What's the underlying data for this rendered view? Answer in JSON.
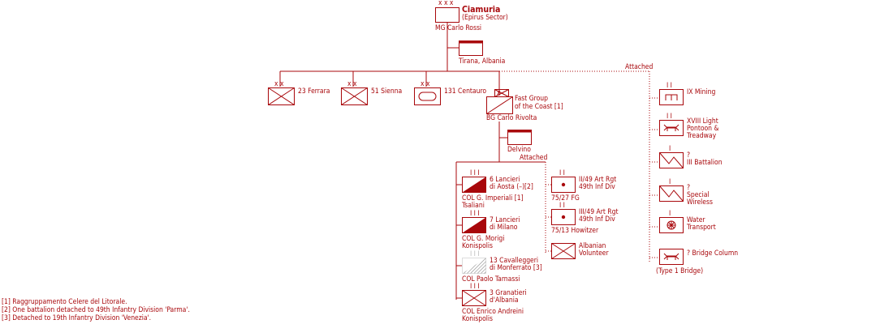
{
  "colors": {
    "ink": "#a8070b",
    "background": "#ffffff"
  },
  "hq": {
    "title": "Ciamuria",
    "subtitle": "(Epirus Sector)",
    "commander": "MG Carlo Rossi",
    "rank_marks": "x x x",
    "hq_unit": "Tirana, Albania"
  },
  "labels": {
    "attached_top": "Attached",
    "attached_mid": "Attached"
  },
  "divisions": [
    {
      "name": "23 Ferrara",
      "rank_marks": "x x",
      "icon": "infantry-icon"
    },
    {
      "name": "51 Sienna",
      "rank_marks": "x x",
      "icon": "infantry-icon"
    },
    {
      "name": "131 Centauro",
      "rank_marks": "x x",
      "icon": "armor-icon"
    }
  ],
  "fast_group": {
    "name_line1": "Fast Group",
    "name_line2": "of the Coast [1]",
    "commander": "BG Carlo Rivolta",
    "rank_marks": "x",
    "hq_unit": "Delvino"
  },
  "cavalry": [
    {
      "line1": "6 Lancieri",
      "line2": "di Aosta (–)[2]",
      "cmd1": "COL  G. Imperiali [1]",
      "cmd2": "Tsaliani",
      "rank_marks": "I I I",
      "icon": "cavalry-icon"
    },
    {
      "line1": "7 Lancieri",
      "line2": "di Milano",
      "cmd1": "COL  G. Morigi",
      "cmd2": "Konispolis",
      "rank_marks": "I I I",
      "icon": "cavalry-icon"
    },
    {
      "line1": "13 Cavalleggeri",
      "line2": "di Monferrato [3]",
      "cmd1": "COL  Paolo Tarnassi",
      "cmd2": "",
      "rank_marks": "I I I",
      "icon": "cavalry-detached-icon"
    },
    {
      "line1": "3 Granatieri",
      "line2": "d'Albania",
      "cmd1": "COL  Enrico Andreini",
      "cmd2": "Konispolis",
      "rank_marks": "I I I",
      "icon": "infantry-icon"
    }
  ],
  "attached_mid_units": [
    {
      "line1": "II/49 Art Rgt",
      "line2": "49th Inf Div",
      "sub": "75/27 FG",
      "rank_marks": "I I",
      "icon": "artillery-icon"
    },
    {
      "line1": "III/49 Art Rgt",
      "line2": "49th Inf Div",
      "sub": "75/13 Howitzer",
      "rank_marks": "I I",
      "icon": "artillery-icon"
    },
    {
      "line1": "Albanian",
      "line2": "Volunteer",
      "sub": "",
      "rank_marks": "",
      "icon": "infantry-icon"
    }
  ],
  "attached_right_units": [
    {
      "lines": [
        "IX Mining"
      ],
      "rank_marks": "I I",
      "icon": "engineer-icon"
    },
    {
      "lines": [
        "XVIII Light",
        "Pontoon &",
        "Treadway"
      ],
      "rank_marks": "I I",
      "icon": "pontoon-icon"
    },
    {
      "lines": [
        "?",
        "III Battalion"
      ],
      "rank_marks": "I",
      "icon": "signal-icon"
    },
    {
      "lines": [
        "?",
        "Special",
        "Wireless"
      ],
      "rank_marks": "I",
      "icon": "signal-icon"
    },
    {
      "lines": [
        "Water",
        "Transport"
      ],
      "rank_marks": "I",
      "icon": "transport-icon"
    },
    {
      "lines": [
        "? Bridge Column"
      ],
      "rank_marks": "",
      "icon": "pontoon-icon",
      "sub": "(Type 1 Bridge)"
    }
  ],
  "footnotes": [
    "[1] Raggruppamento Celere del Litorale.",
    "[2] One battalion detached to 49th Infantry Division 'Parma'.",
    "[3] Detached to 19th Infantry Division 'Venezia'."
  ]
}
